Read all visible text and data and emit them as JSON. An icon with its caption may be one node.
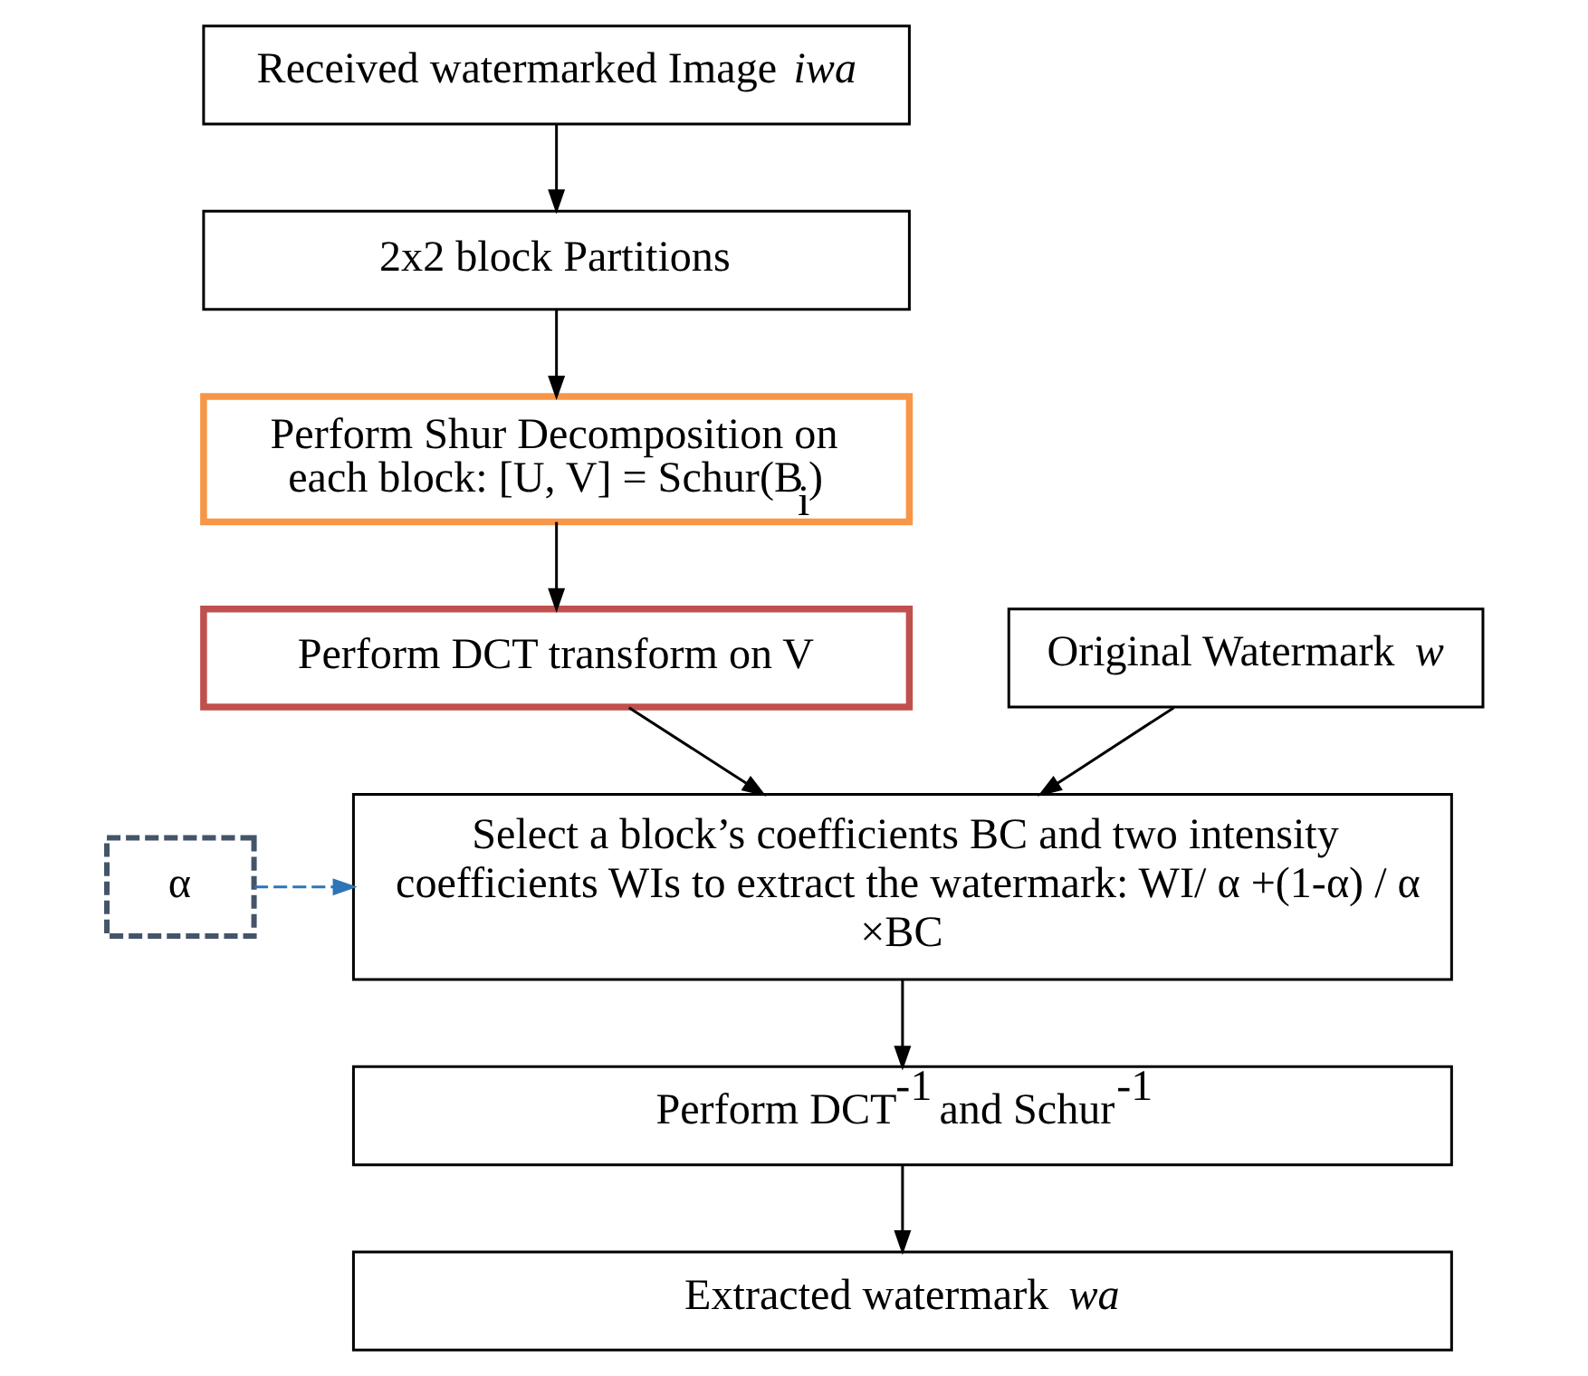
{
  "diagram": {
    "nodes": [
      {
        "text": [
          "Received watermarked Image *iwa*"
        ]
      },
      {
        "text": [
          "2x2 block Partitions"
        ]
      },
      {
        "text": [
          "Perform Shur Decomposition on each block: [U, V] = Schur(B$_{i}$)"
        ]
      },
      {
        "text": [
          "Perform DCT transform on V"
        ]
      },
      {
        "text": [
          "Original Watermark *w*"
        ]
      },
      {
        "text": [
          "Select a block’s coefficients BC and two intensity coefficients WIs to extract the watermark: WI/ α +(1-α) / α ×BC"
        ]
      },
      {
        "text": [
          "α"
        ]
      },
      {
        "text": [
          "Perform DCT$^{-1}$ and Schur$^{-1}$"
        ]
      },
      {
        "text": [
          "Extracted watermark *wa*"
        ]
      }
    ],
    "edges": [
      {
        "from": 0,
        "to": 1,
        "arrow": "to"
      },
      {
        "from": 1,
        "to": 2,
        "arrow": "to"
      },
      {
        "from": 2,
        "to": 3,
        "arrow": "to"
      },
      {
        "from": 3,
        "to": 5,
        "arrow": "to"
      },
      {
        "from": 4,
        "to": 5,
        "arrow": "to"
      },
      {
        "from": 6,
        "to": 5,
        "arrow": "to",
        "style": "dashed",
        "color": "#2e75b6"
      },
      {
        "from": 5,
        "to": 7,
        "arrow": "to"
      },
      {
        "from": 7,
        "to": 8,
        "arrow": "to"
      }
    ]
  }
}
